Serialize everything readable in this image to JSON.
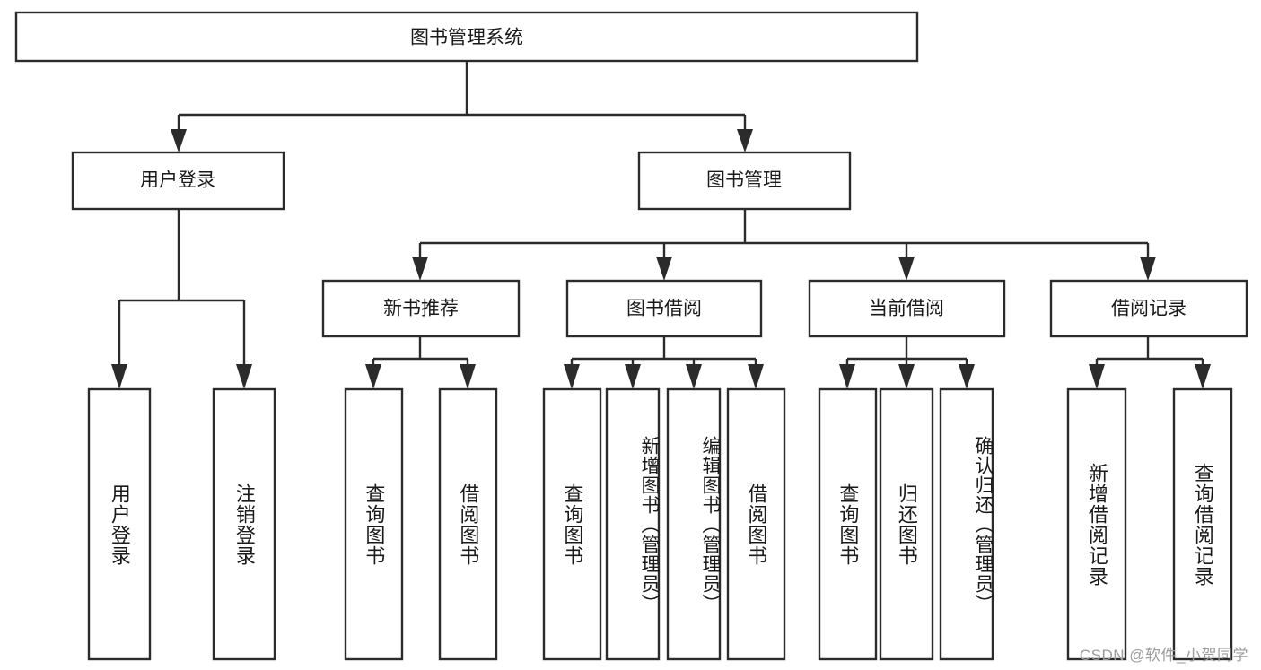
{
  "diagram": {
    "title": "图书管理系统",
    "type": "tree",
    "watermark": "CSDN @软件_小贺同学",
    "colors": {
      "box_stroke": "#2b2b2b",
      "box_fill": "#ffffff",
      "text": "#1a1a1a",
      "background": "#ffffff",
      "watermark": "#9b9b9b"
    },
    "levels": {
      "root": {
        "label": "图书管理系统"
      },
      "level2": [
        {
          "id": "user-login",
          "label": "用户登录"
        },
        {
          "id": "book-manage",
          "label": "图书管理"
        }
      ],
      "level3": [
        {
          "id": "new-book-rec",
          "label": "新书推荐"
        },
        {
          "id": "book-borrow",
          "label": "图书借阅"
        },
        {
          "id": "current-borrow",
          "label": "当前借阅"
        },
        {
          "id": "borrow-record",
          "label": "借阅记录"
        }
      ],
      "leaves": [
        {
          "id": "leaf-user-login",
          "label": "用户登录",
          "parent": "user-login"
        },
        {
          "id": "leaf-logout",
          "label": "注销登录",
          "parent": "user-login"
        },
        {
          "id": "leaf-query-book-1",
          "label": "查询图书",
          "parent": "new-book-rec"
        },
        {
          "id": "leaf-borrow-book-1",
          "label": "借阅图书",
          "parent": "new-book-rec"
        },
        {
          "id": "leaf-query-book-2",
          "label": "查询图书",
          "parent": "book-borrow"
        },
        {
          "id": "leaf-add-book",
          "label": "新增图书（管理员）",
          "parent": "book-borrow"
        },
        {
          "id": "leaf-edit-book",
          "label": "编辑图书（管理员）",
          "parent": "book-borrow"
        },
        {
          "id": "leaf-borrow-book-2",
          "label": "借阅图书",
          "parent": "book-borrow"
        },
        {
          "id": "leaf-query-book-3",
          "label": "查询图书",
          "parent": "current-borrow"
        },
        {
          "id": "leaf-return-book",
          "label": "归还图书",
          "parent": "current-borrow"
        },
        {
          "id": "leaf-confirm-return",
          "label": "确认归还（管理员）",
          "parent": "current-borrow"
        },
        {
          "id": "leaf-add-record",
          "label": "新增借阅记录",
          "parent": "borrow-record"
        },
        {
          "id": "leaf-query-record",
          "label": "查询借阅记录",
          "parent": "borrow-record"
        }
      ]
    }
  }
}
